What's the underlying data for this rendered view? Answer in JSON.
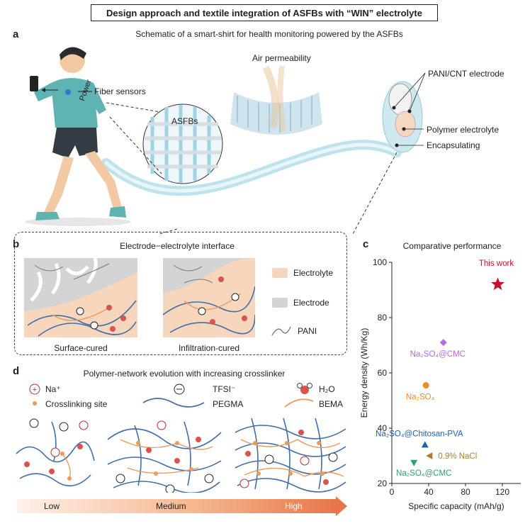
{
  "header": {
    "title": "Design approach and textile integration of ASFBs with “WIN” electrolyte"
  },
  "panel_a": {
    "label": "a",
    "title": "Schematic of a smart-shirt for health monitoring powered by the ASFBs",
    "air_permeability": "Air permeability",
    "fiber_sensors": "Fiber sensors",
    "power": "Power",
    "asfbs": "ASFBs",
    "pani_cnt": "PANI/CNT electrode",
    "polymer_electrolyte": "Polymer electrolyte",
    "encapsulating": "Encapsulating"
  },
  "panel_b": {
    "label": "b",
    "title": "Electrode−electrolyte interface",
    "surface_cured": "Surface-cured",
    "infiltration_cured": "Infiltration-cured",
    "legend": {
      "electrolyte": "Electrolyte",
      "electrode": "Electrode",
      "pani": "PANI"
    }
  },
  "panel_c": {
    "label": "c",
    "title": "Comparative performance",
    "chart_data": {
      "type": "scatter",
      "xlabel": "Specific capacity (mAh/g)",
      "ylabel": "Energy density (Wh/Kg)",
      "xlim": [
        0,
        140
      ],
      "ylim": [
        20,
        100
      ],
      "xticks": [
        "0",
        "40",
        "80",
        "120"
      ],
      "yticks": [
        "20",
        "40",
        "60",
        "80",
        "100"
      ],
      "points": [
        {
          "label": "This work",
          "x": 115,
          "y": 92,
          "marker": "star",
          "color": "#c8102e"
        },
        {
          "label": "Na₂SO₄@CMC",
          "x": 56,
          "y": 71,
          "marker": "diamond",
          "color": "#b56bdc"
        },
        {
          "label": "Na₂SO₄",
          "x": 37,
          "y": 55.5,
          "marker": "circle",
          "color": "#ea8c2e"
        },
        {
          "label": "Na₂SO₄@Chitosan-PVA",
          "x": 36,
          "y": 34,
          "marker": "triangle-up",
          "color": "#1f5fa5"
        },
        {
          "label": "0.9% NaCl",
          "x": 41,
          "y": 30,
          "marker": "triangle-left",
          "color": "#b07d28"
        },
        {
          "label": "Na₂SO₄@CMC",
          "x": 24,
          "y": 27.5,
          "marker": "triangle-down",
          "color": "#2ea06a"
        }
      ]
    }
  },
  "panel_d": {
    "label": "d",
    "title": "Polymer-network evolution with increasing crosslinker",
    "legend": {
      "na": "Na⁺",
      "tfsi": "TFSI⁻",
      "h2o": "H₂O",
      "crosslinking_site": "Crosslinking site",
      "pegma": "PEGMA",
      "bema": "BEMA"
    },
    "scale": {
      "low": "Low",
      "medium": "Medium",
      "high": "High"
    }
  },
  "colors": {
    "electrolyte": "#f6d6bc",
    "electrode": "#d4d4d4",
    "pegma": "#3f6ea8",
    "bema": "#ee9a5a",
    "fiber": "#a9dbe8",
    "shirt": "#5fb3b3"
  }
}
